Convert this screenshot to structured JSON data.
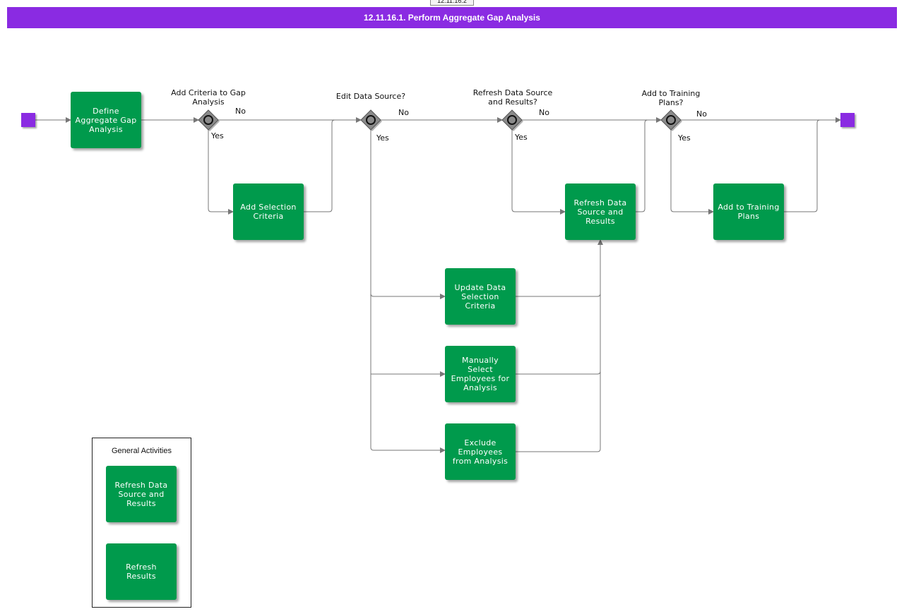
{
  "tab_label": "12.11.16.2",
  "title": "12.11.16.1. Perform Aggregate Gap Analysis",
  "colors": {
    "banner": "#8a2be2",
    "task": "#009a4c",
    "gateway": "#888888",
    "connector": "#777777"
  },
  "tasks": {
    "define": "Define Aggregate Gap Analysis",
    "add_selection": "Add Selection Criteria",
    "refresh_data": "Refresh Data Source and Results",
    "add_training": "Add to Training Plans",
    "update_criteria": "Update Data Selection Criteria",
    "manual_select": "Manually Select Employees for Analysis",
    "exclude": "Exclude Employees from Analysis"
  },
  "gateways": {
    "criteria": "Add Criteria to Gap Analysis",
    "edit_source": "Edit Data Source?",
    "refresh": "Refresh Data Source and Results?",
    "training": "Add to Training Plans?"
  },
  "labels": {
    "yes": "Yes",
    "no": "No"
  },
  "legend": {
    "title": "General Activities",
    "items": [
      "Refresh Data Source and Results",
      "Refresh Results"
    ]
  }
}
